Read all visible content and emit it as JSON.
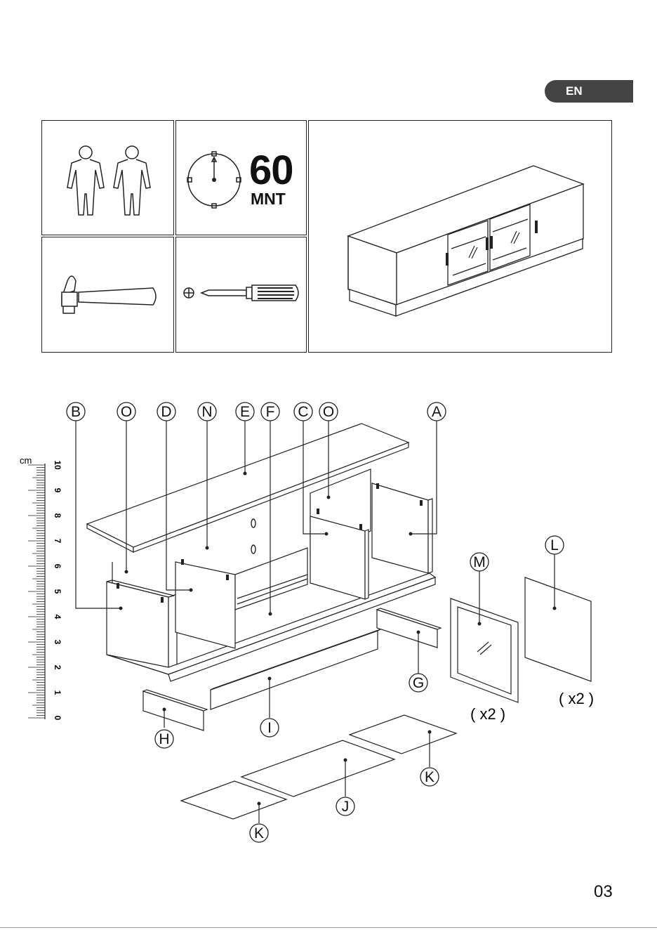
{
  "language_badge": "EN",
  "assembly_time": {
    "value": "60",
    "unit": "MNT"
  },
  "tools": [
    "hammer",
    "phillips-screwdriver"
  ],
  "persons_required": 2,
  "ruler": {
    "unit": "cm",
    "labels": [
      "0",
      "1",
      "2",
      "3",
      "4",
      "5",
      "6",
      "7",
      "8",
      "9",
      "10"
    ]
  },
  "parts": {
    "B": "B",
    "O1": "O",
    "D": "D",
    "N": "N",
    "E": "E",
    "F": "F",
    "C": "C",
    "O2": "O",
    "A": "A",
    "M": "M",
    "L": "L",
    "G": "G",
    "H": "H",
    "I": "I",
    "K1": "K",
    "J": "J",
    "K2": "K"
  },
  "quantities": {
    "M": "( x2 )",
    "L": "( x2 )"
  },
  "page_number": "03"
}
